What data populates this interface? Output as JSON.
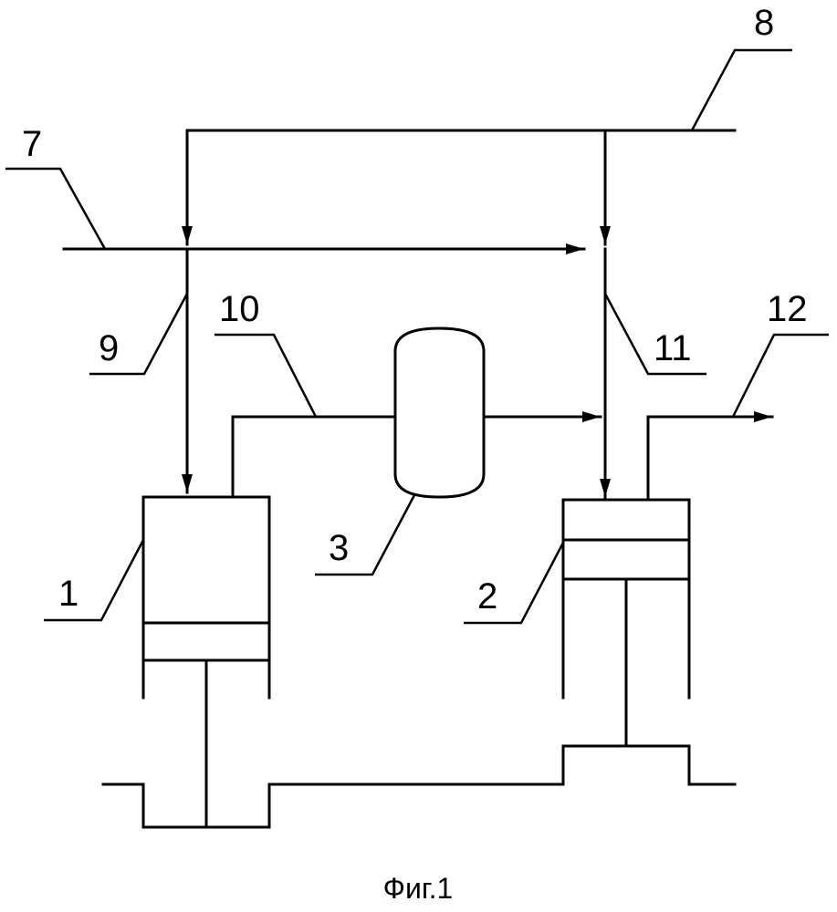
{
  "labels": {
    "cyl1": "1",
    "cyl2": "2",
    "vessel3": "3",
    "line7": "7",
    "line8": "8",
    "branch9": "9",
    "line10": "10",
    "branch11": "11",
    "outlet12": "12"
  },
  "caption": "Фиг.1",
  "colors": {
    "ink": "#000000",
    "paper": "#ffffff"
  }
}
